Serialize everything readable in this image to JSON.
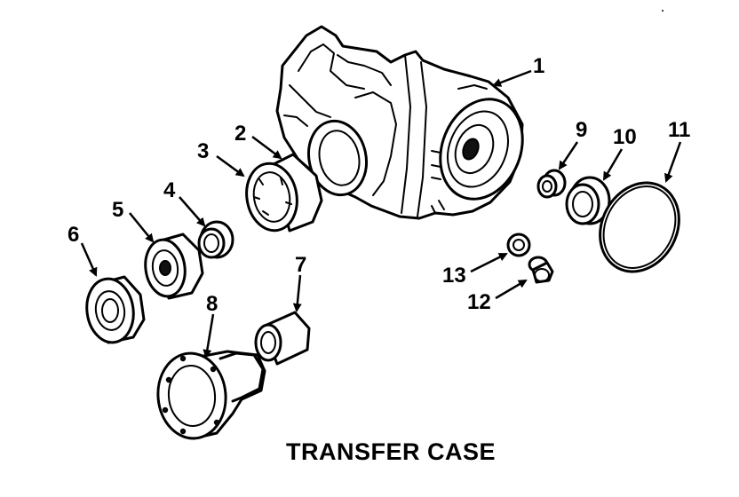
{
  "diagram": {
    "title": "TRANSFER CASE",
    "callouts": [
      {
        "id": "1",
        "label": "1"
      },
      {
        "id": "2",
        "label": "2"
      },
      {
        "id": "3",
        "label": "3"
      },
      {
        "id": "4",
        "label": "4"
      },
      {
        "id": "5",
        "label": "5"
      },
      {
        "id": "6",
        "label": "6"
      },
      {
        "id": "7",
        "label": "7"
      },
      {
        "id": "8",
        "label": "8"
      },
      {
        "id": "9",
        "label": "9"
      },
      {
        "id": "10",
        "label": "10"
      },
      {
        "id": "11",
        "label": "11"
      },
      {
        "id": "12",
        "label": "12"
      },
      {
        "id": "13",
        "label": "13"
      }
    ]
  }
}
